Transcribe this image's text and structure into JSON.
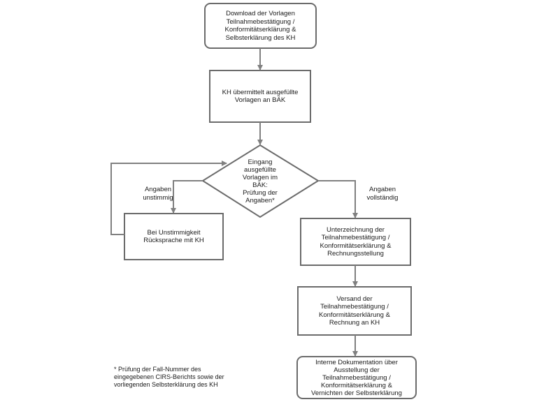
{
  "nodes": {
    "download": "Download der Vorlagen\nTeilnahmebestätigung /\nKonformitätserklärung &\nSelbsterklärung des KH",
    "transmit": "KH übermittelt ausgefüllte\nVorlagen an BÄK",
    "decision": "Eingang\nausgefüllte\nVorlagen im\nBÄK:\nPrüfung der\nAngaben*",
    "inconsistency": "Bei Unstimmigkeit\nRücksprache mit KH",
    "signing": "Unterzeichnung der\nTeilnahmebestätigung /\nKonformitätserklärung &\nRechnungsstellung",
    "dispatch": "Versand der\nTeilnahmebestätigung /\nKonformitätserklärung &\nRechnung an KH",
    "documentation": "Interne Dokumentation über\nAusstellung der\nTeilnahmebestätigung /\nKonformitätserklärung &\nVernichten der Selbsterklärung"
  },
  "edge_labels": {
    "inconsistent": "Angaben\nunstimmig",
    "complete": "Angaben\nvollständig"
  },
  "footnote": "* Prüfung der Fall-Nummer des\n   eingegebenen CIRS-Berichts sowie der\n   vorliegenden Selbsterklärung des KH",
  "colors": {
    "border": "#6b6b6b",
    "connector": "#808080",
    "text": "#1a1a1a",
    "background": "#ffffff"
  }
}
